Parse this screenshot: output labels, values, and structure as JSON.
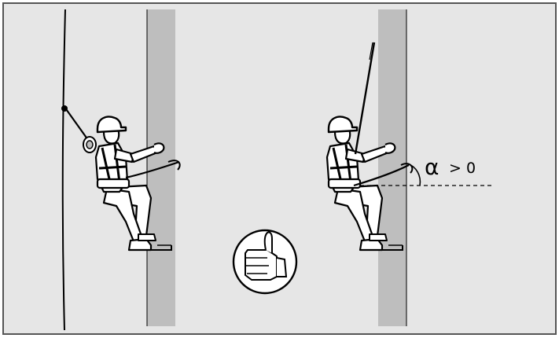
{
  "colors": {
    "background": "#e6e6e6",
    "frame": "#555555",
    "pole": "#bebebe",
    "line": "#000000",
    "figure_fill": "#ffffff"
  },
  "annotation": {
    "symbol": "α",
    "condition": "> 0"
  },
  "icons": [
    "climber-figure",
    "climber-figure",
    "thumbs-up-icon"
  ]
}
